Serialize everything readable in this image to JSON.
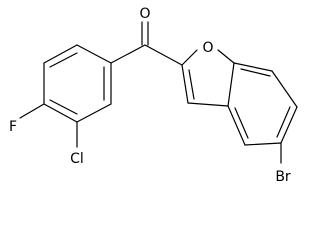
{
  "structure": {
    "atoms": {
      "oxygen_ketone": "O",
      "oxygen_furan": "O",
      "fluorine": "F",
      "chlorine": "Cl",
      "bromine": "Br"
    }
  },
  "colors": {
    "bond": "#000000",
    "label": "#000000",
    "background": "#ffffff"
  }
}
